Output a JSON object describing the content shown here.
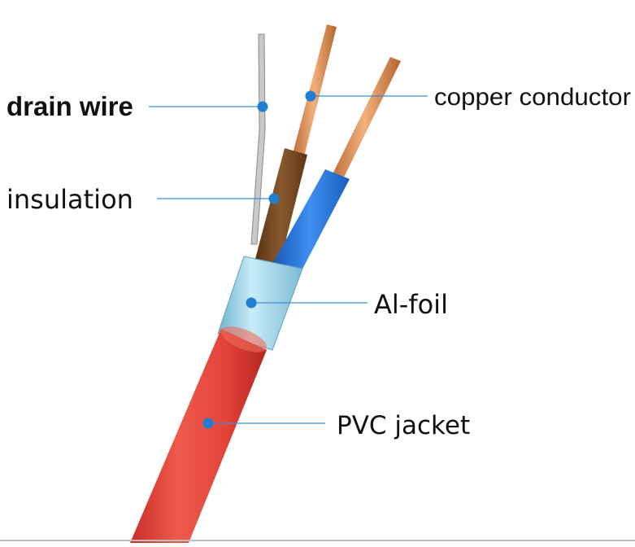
{
  "labels": {
    "drain_wire": "drain wire",
    "copper_conductor": "copper conductor",
    "insulation": "insulation",
    "al_foil": "Al-foil",
    "pvc_jacket": "PVC jacket"
  },
  "colors": {
    "callout_line": "#3a8fd0",
    "callout_dot": "#1e7fd0",
    "jacket": "#e8463c",
    "foil": "#9dd3ea",
    "brown_insulation": "#7a4a22",
    "blue_insulation": "#1f6fd1",
    "copper": "#d98a55",
    "text": "#111111"
  }
}
